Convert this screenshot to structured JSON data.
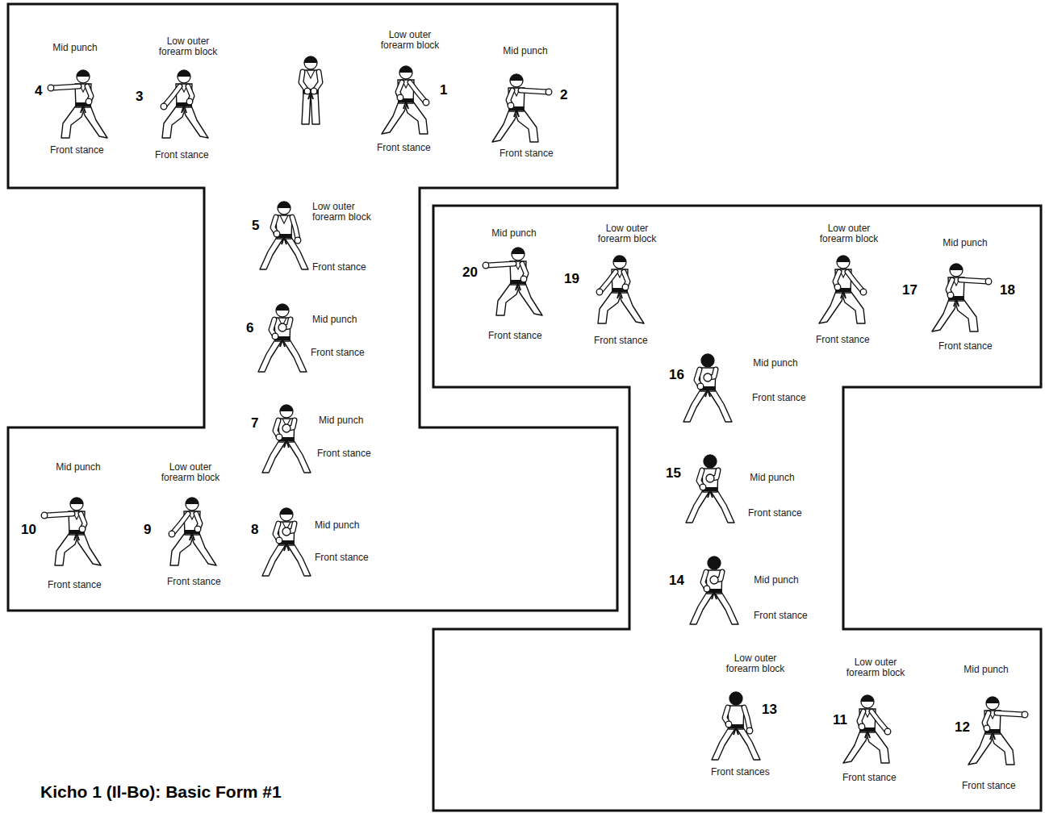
{
  "diagram": {
    "title": "Kicho 1 (Il-Bo): Basic Form #1",
    "labels": [
      "Low outer forearm block",
      "1",
      "Front stance",
      "Mid punch",
      "2",
      "Front stance",
      "Low outer forearm block",
      "3",
      "Front stance",
      "Mid punch",
      "4",
      "Front stance",
      "Low outer forearm block",
      "5",
      "Front stance",
      "Mid punch",
      "6",
      "Front stance",
      "Mid punch",
      "7",
      "Front stance",
      "Mid punch",
      "8",
      "Front stance",
      "Low outer forearm block",
      "9",
      "Front stance",
      "Mid punch",
      "10",
      "Front stance",
      "Low outer forearm block",
      "11",
      "Front stance",
      "Mid punch",
      "12",
      "Front stance",
      "Low outer forearm block",
      "13",
      "Front stances",
      "Mid punch",
      "14",
      "Front stance",
      "Mid punch",
      "15",
      "Front stance",
      "Mid punch",
      "16",
      "Front stance",
      "Low outer forearm block",
      "17",
      "Front stance",
      "Mid punch",
      "18",
      "Front stance",
      "Low outer forearm block",
      "19",
      "Front stance",
      "Mid punch",
      "20",
      "Front stance"
    ]
  }
}
